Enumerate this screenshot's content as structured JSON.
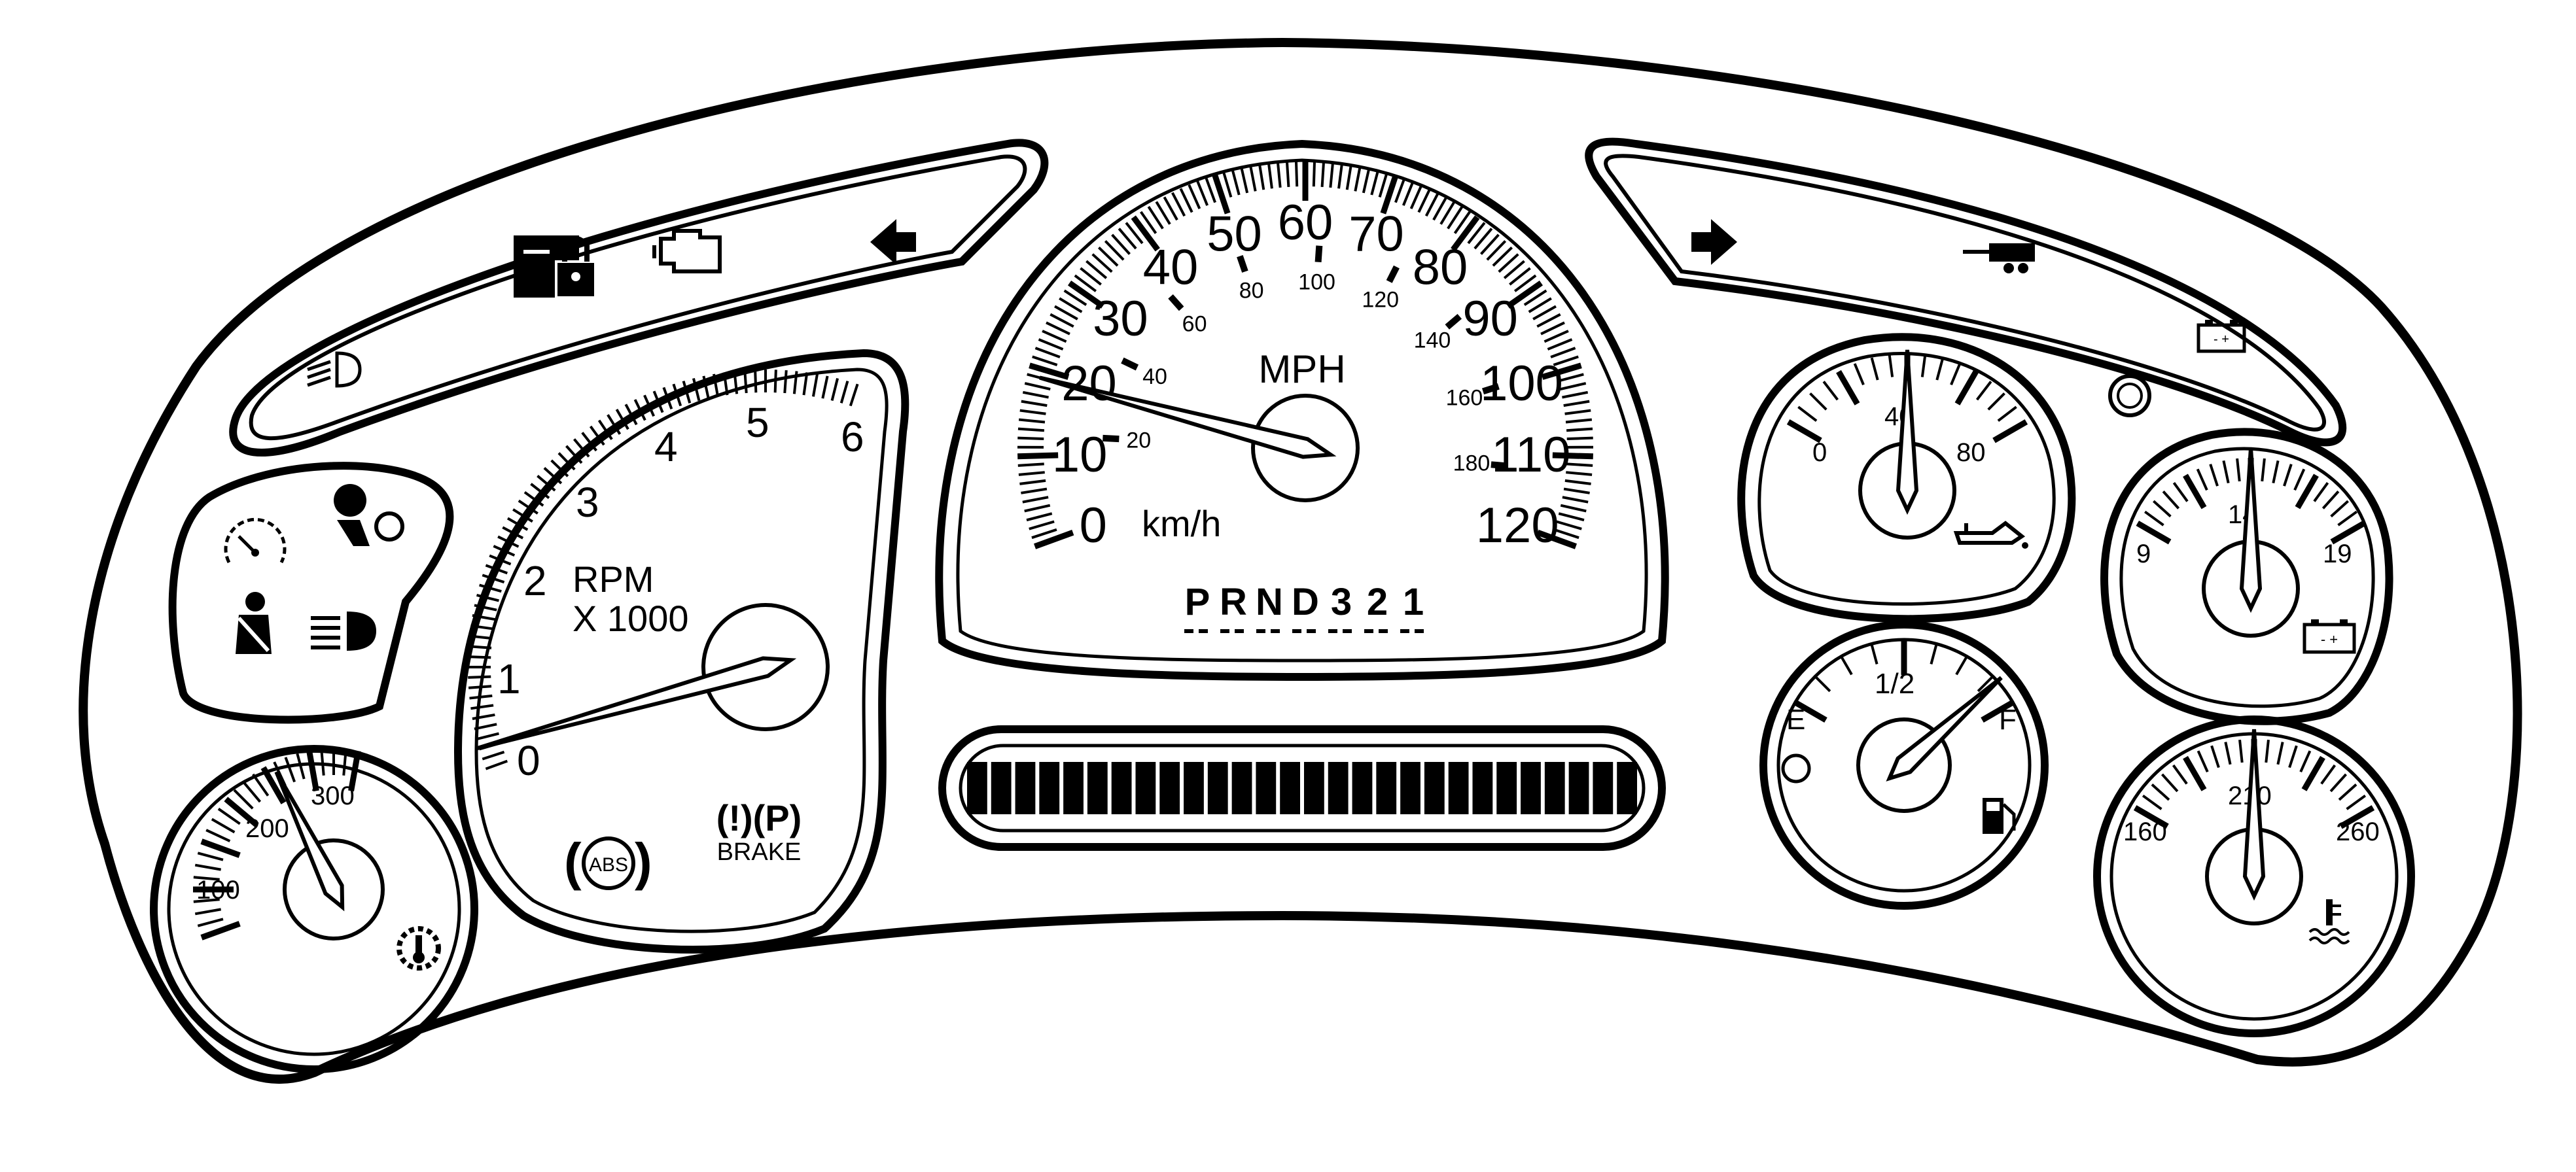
{
  "speedometer": {
    "unit": "MPH",
    "metric_unit": "km/h",
    "mph_labels": [
      "0",
      "10",
      "20",
      "30",
      "40",
      "50",
      "60",
      "70",
      "80",
      "90",
      "100",
      "110",
      "120"
    ],
    "kmh_labels": [
      "20",
      "40",
      "60",
      "80",
      "100",
      "120",
      "140",
      "160",
      "180"
    ],
    "needle_value": 19
  },
  "gear_indicator": {
    "positions": [
      "P",
      "R",
      "N",
      "D",
      "3",
      "2",
      "1"
    ]
  },
  "tachometer": {
    "labels": [
      "0",
      "1",
      "2",
      "3",
      "4",
      "5",
      "6"
    ],
    "caption_1": "RPM",
    "caption_2": "X 1000",
    "needle_value": 0.2
  },
  "trans_temp_gauge": {
    "labels": [
      "100",
      "200",
      "300"
    ],
    "needle_value": 240
  },
  "oil_pressure_gauge": {
    "labels": [
      "0",
      "40",
      "80"
    ],
    "needle_value": 40
  },
  "fuel_gauge": {
    "labels": [
      "E",
      "1/2",
      "F"
    ],
    "needle_value": 0.9
  },
  "voltmeter": {
    "labels": [
      "9",
      "14",
      "19"
    ],
    "needle_value": 14
  },
  "coolant_temp_gauge": {
    "labels": [
      "160",
      "210",
      "260"
    ],
    "needle_value": 210
  },
  "warning_lights": {
    "abs_text": "ABS",
    "brake_text": "BRAKE",
    "brake_symbols": "(!)(P)",
    "battery_symbols": "- +"
  },
  "odometer_display": {
    "segments": 28
  },
  "colors": {
    "ink": "#000000",
    "paper": "#ffffff"
  }
}
